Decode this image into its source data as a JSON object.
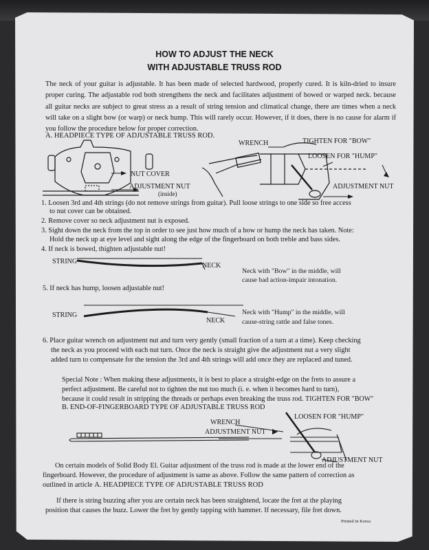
{
  "title_line1": "HOW TO ADJUST THE NECK",
  "title_line2": "WITH ADJUSTABLE TRUSS ROD",
  "intro": "The neck of your guitar is adjustable. It has been made of selected hardwood, properly cured. It is kiln-dried to insure proper curing. The adjustable rod both strengthens the neck and facilitates adjustment of bowed or warped neck. because all guitar necks are subject to great stress as a result of string tension and climatical change, there are times when a neck will take on a slight bow (or warp) or neck hump. This will rarely occur. However, if it does, there is no cause for alarm if you follow the procedure below for proper correction.",
  "section_a": "A. HEADPIECE TYPE OF ADJUSTABLE TRUSS ROD.",
  "label_nut_cover": "NUT COVER",
  "label_adjustment_nut": "ADJUSTMENT NUT",
  "label_inside": "(inside)",
  "label_wrench": "WRENCH",
  "label_tighten": "TIGHTEN FOR \"BOW\"",
  "label_loosen": "LOOSEN FOR \"HUMP\"",
  "step1a": "1. Loosen 3rd and 4th strings (do not remove strings from guitar). Pull loose strings to one side so free access",
  "step1b": "to nut cover can be obtained.",
  "step2": "2. Remove cover so neck adjustment nut is exposed.",
  "step3a": "3. Sight down the neck from the top in order to see just how much of a bow or hump the neck has taken. Note:",
  "step3b": "Hold the neck up at eye level and sight along the edge of the fingerboard on both treble and bass sides.",
  "step4": "4. If neck is bowed, thighten adjustable nut!",
  "label_string": "STRING",
  "label_neck": "NECK",
  "bow_note1": "Neck with \"Bow\" in the middle, will",
  "bow_note2": "cause bad action-impair intonation.",
  "step5": "5. If neck has hump, loosen adjustable nut!",
  "hump_note1": "Neck with \"Hump\" in the middle, will",
  "hump_note2": "cause-string rattle and false tones.",
  "step6a": "6. Place guitar wrench on adjustment nut and turn very gently (small fraction of a turn at a time). Keep checking",
  "step6b": "the neck as you proceed with each nut turn. Once the neck is straight give the adjustment nut a very slight",
  "step6c": "added turn to compensate for the tension the 3rd and 4th strings will add once they are replaced and tuned.",
  "special1": "Special Note : When making these adjustments, it is best to place a straight-edge on the frets to assure a",
  "special2": "perfect adjustment. Be careful not to tighten the nut too much (i. e. when it becomes hard to turn),",
  "special3": "because it could result in stripping the threads or perhaps even breaking the truss rod.",
  "section_b": "B. END-OF-FINGERBOARD TYPE OF ADJUSTABLE TRUSS ROD",
  "solid1": "On certain models of Solid Body El. Guitar adjustment of the truss rod is made at the lower end of the",
  "solid2": "fingerboard. However, the procedure of adjustment is same as above. Follow the same pattern of correction as",
  "solid3_pre": "outlined in article",
  "solid3_ref": "A. HEADPIECE TYPE OF ADJUSTABLE TRUSS ROD",
  "buzz1": "If there is string buzzing after you are certain neck has been straightend, locate the fret at the playing",
  "buzz2": "position that causes the buzz. Lower the fret by gently tapping with hammer. If necessary, file fret down.",
  "printed": "Printed in Korea"
}
